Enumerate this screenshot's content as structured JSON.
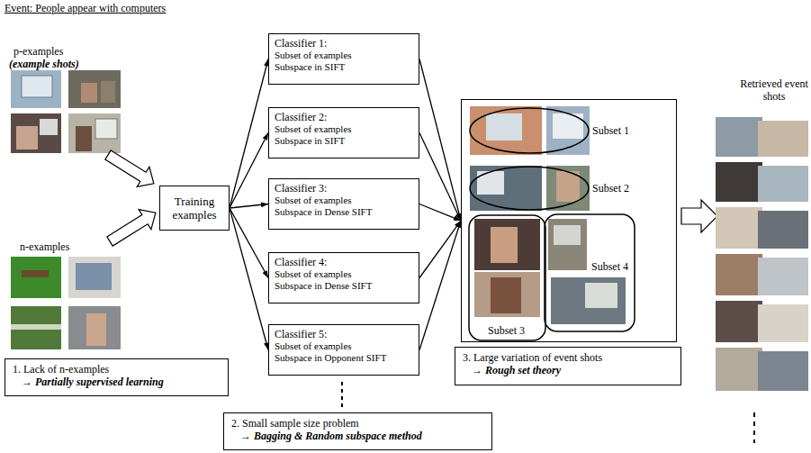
{
  "diagram": {
    "title": "Event: People appear with computers",
    "nodes": [
      {
        "text": [
          "Training examples"
        ]
      },
      {
        "text": [
          "Classifier 1:",
          "Subset of examples",
          "Subspace in SIFT"
        ]
      },
      {
        "text": [
          "Classifier 2:",
          "Subset of examples",
          "Subspace in SIFT"
        ]
      },
      {
        "text": [
          "Classifier 3:",
          "Subset of examples",
          "Subspace in Dense SIFT"
        ]
      },
      {
        "text": [
          "Classifier 4:",
          "Subset of examples",
          "Subspace in Dense SIFT"
        ]
      },
      {
        "text": [
          "Classifier 5:",
          "Subset of examples",
          "Subspace in Opponent SIFT"
        ]
      },
      {
        "text": [
          "Subset 1",
          "Subset 2",
          "Subset 4",
          "Subset 3"
        ]
      },
      {
        "text": [
          "1. Lack of n-examples",
          "→ Partially supervised learning"
        ]
      },
      {
        "text": [
          "2. Small sample size problem",
          "→ Bagging & Random subspace method"
        ]
      },
      {
        "text": [
          "3. Large variation of event shots",
          "→ Rough set theory"
        ]
      }
    ],
    "edges": [
      {
        "from": 0,
        "to": 1,
        "arrow": "to"
      },
      {
        "from": 0,
        "to": 2,
        "arrow": "to"
      },
      {
        "from": 0,
        "to": 3,
        "arrow": "to"
      },
      {
        "from": 0,
        "to": 4,
        "arrow": "to"
      },
      {
        "from": 0,
        "to": 5,
        "arrow": "to"
      },
      {
        "from": 1,
        "to": 6,
        "arrow": "to"
      },
      {
        "from": 2,
        "to": 6,
        "arrow": "to"
      },
      {
        "from": 3,
        "to": 6,
        "arrow": "to"
      },
      {
        "from": 4,
        "to": 6,
        "arrow": "to"
      },
      {
        "from": 5,
        "to": 6,
        "arrow": "to"
      }
    ],
    "labels": [
      "p-examples",
      "(example shots)",
      "n-examples",
      "Retrieved event shots"
    ]
  }
}
